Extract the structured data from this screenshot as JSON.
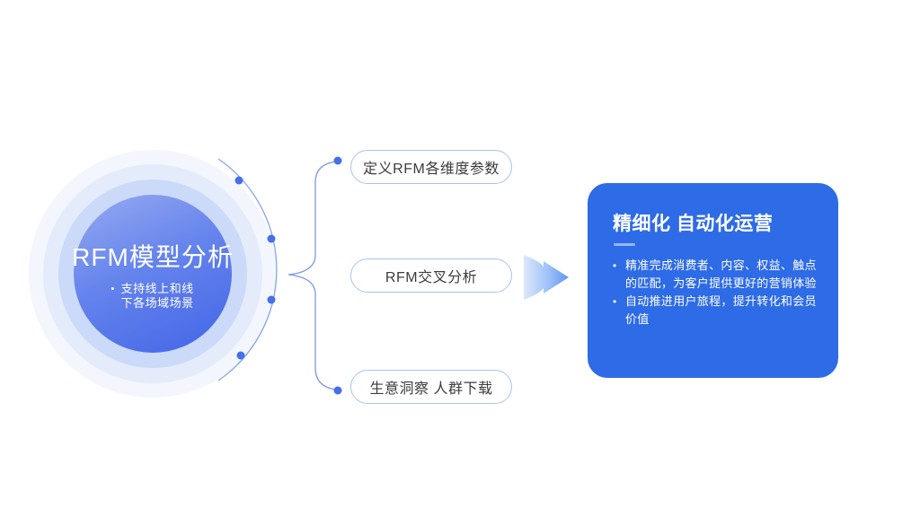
{
  "colors": {
    "panel_blue": "#2e6be6",
    "core_gradient_start": "#97abf1",
    "core_gradient_end": "#4365e8",
    "connector_stroke": "#7c99e8",
    "connector_dot": "#4470e8",
    "pill_border": "#a9c3f0",
    "pill_text": "#3c3c3c",
    "arrow_gradient_start": "#dce8fc",
    "arrow_gradient_end": "#5f93f1"
  },
  "diagram": {
    "center_node": {
      "title": "RFM模型分析",
      "bullet_mark": "•",
      "bullet": "支持线上和线下各场域场景"
    },
    "branches": [
      {
        "label": "定义RFM各维度参数"
      },
      {
        "label": "RFM交叉分析"
      },
      {
        "label": "生意洞察 人群下载"
      }
    ],
    "result_panel": {
      "title": "精细化 自动化运营",
      "bullets": [
        "精准完成消费者、内容、权益、触点的匹配，为客户提供更好的营销体验",
        "自动推进用户旅程，提升转化和会员价值"
      ]
    }
  }
}
